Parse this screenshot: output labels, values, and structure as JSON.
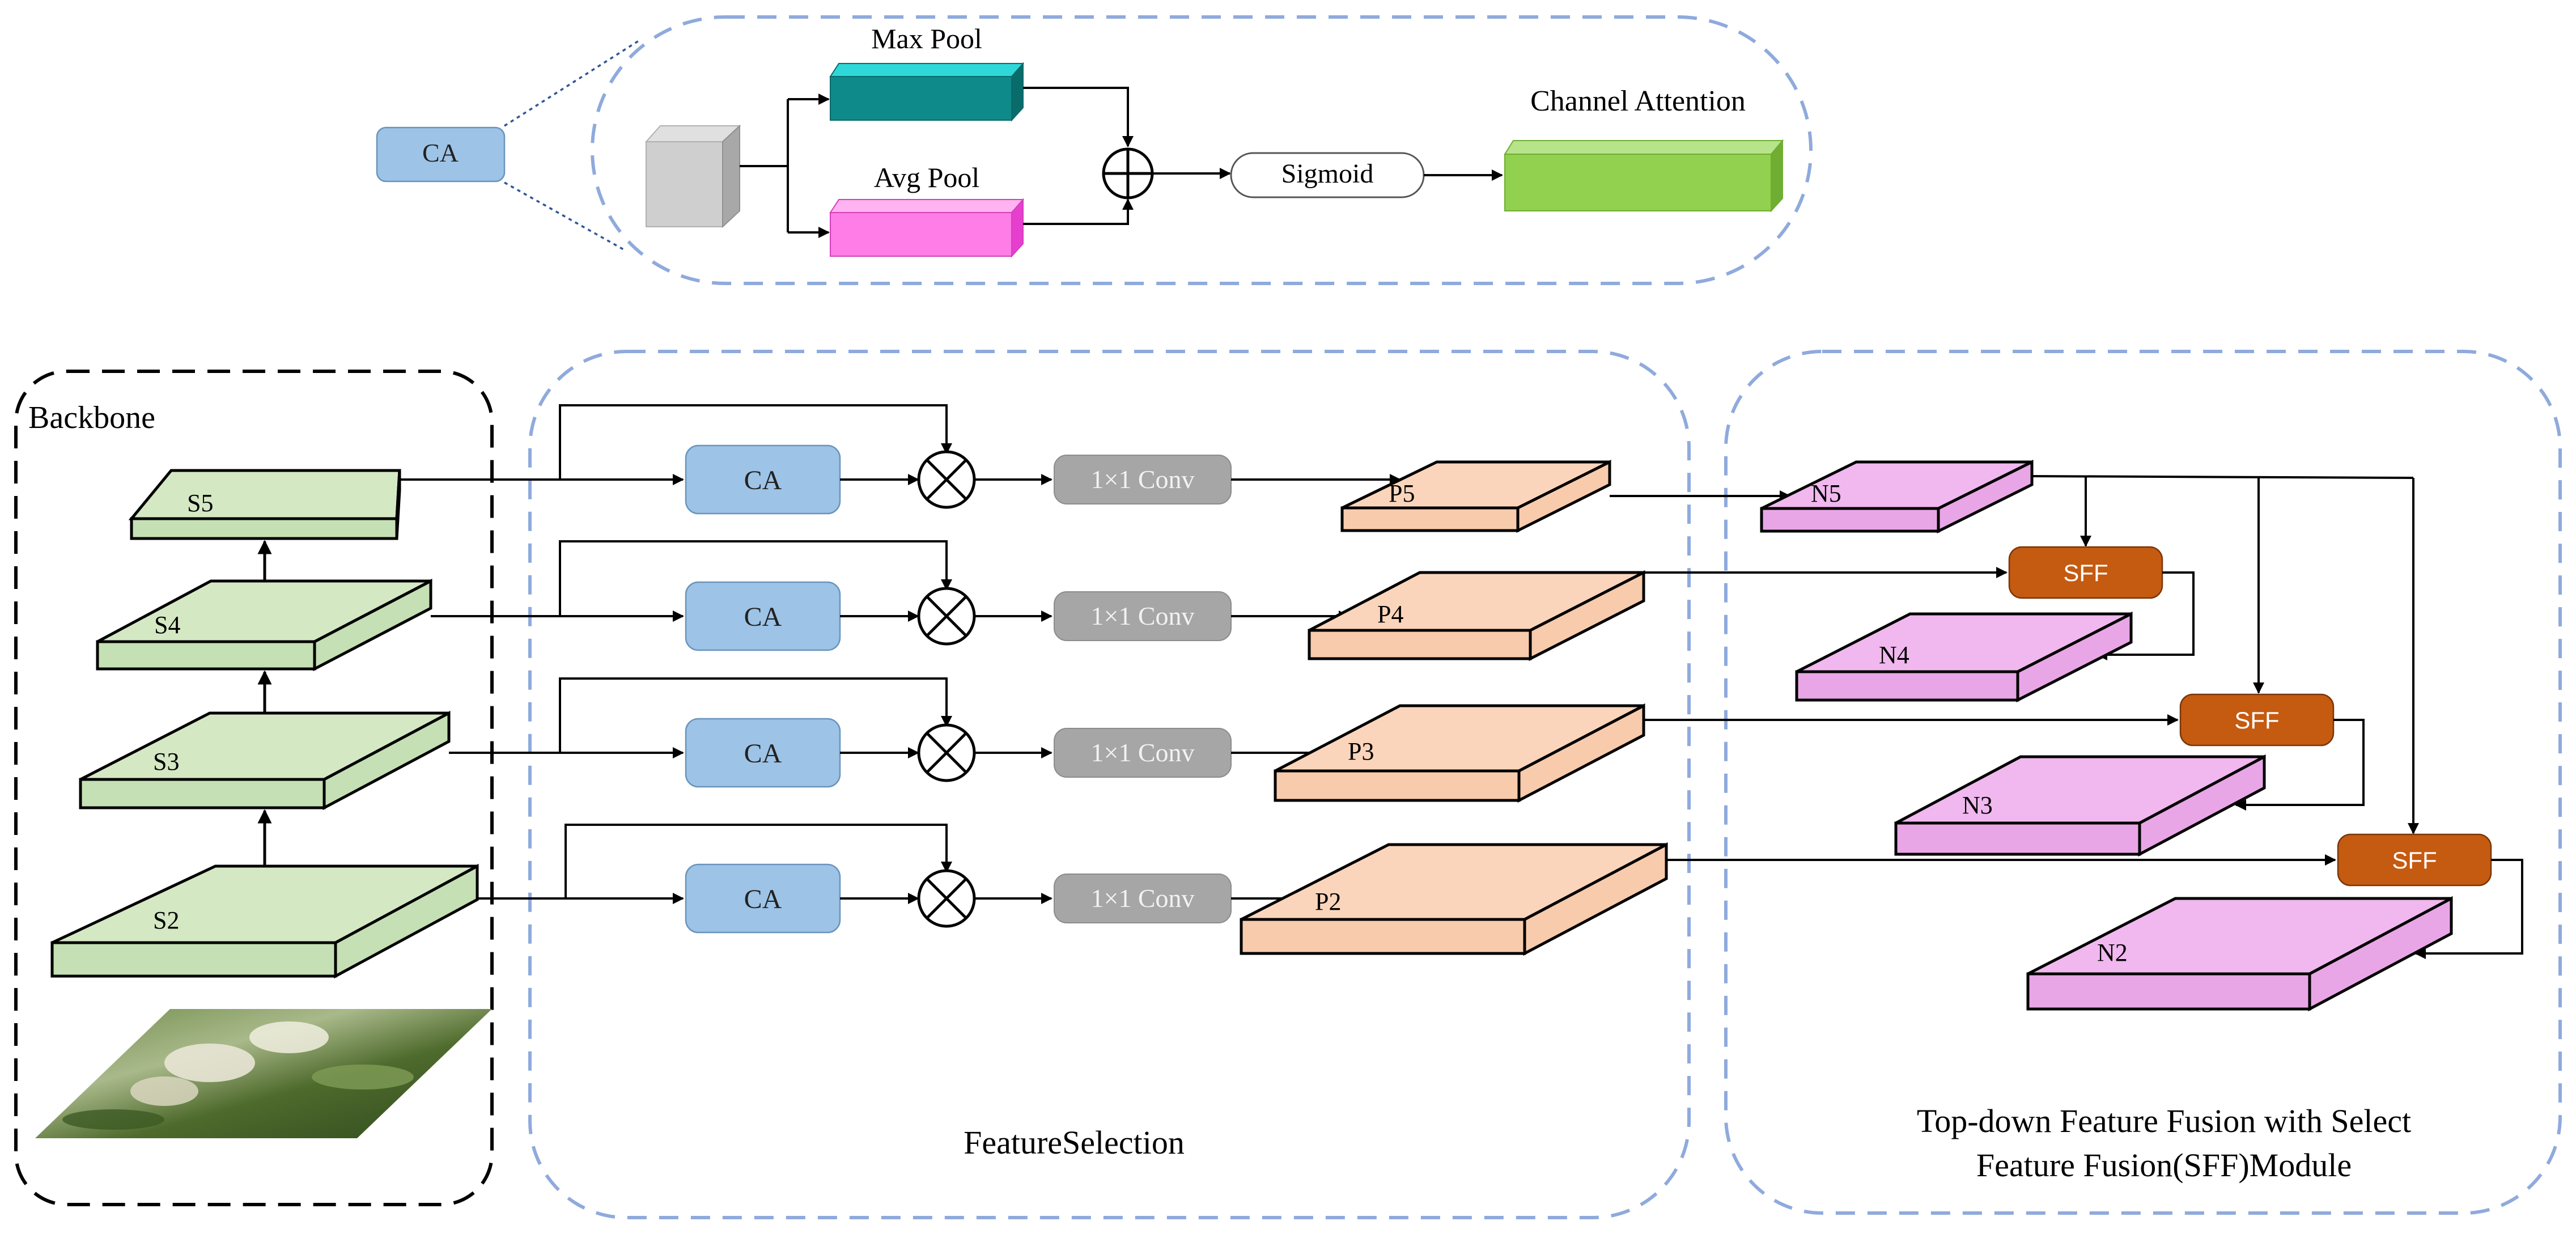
{
  "ca_detail": {
    "ca_label": "CA",
    "max_pool": "Max Pool",
    "avg_pool": "Avg Pool",
    "sigmoid": "Sigmoid",
    "channel_attention": "Channel Attention"
  },
  "backbone": {
    "title": "Backbone",
    "stages": [
      "S5",
      "S4",
      "S3",
      "S2"
    ]
  },
  "feature_selection": {
    "title": "FeatureSelection",
    "rows": [
      {
        "ca": "CA",
        "conv": "1×1 Conv",
        "out": "P5"
      },
      {
        "ca": "CA",
        "conv": "1×1 Conv",
        "out": "P4"
      },
      {
        "ca": "CA",
        "conv": "1×1 Conv",
        "out": "P3"
      },
      {
        "ca": "CA",
        "conv": "1×1 Conv",
        "out": "P2"
      }
    ]
  },
  "fusion": {
    "title_line1": "Top-down Feature Fusion with Select",
    "title_line2": "Feature Fusion(SFF)Module",
    "outputs": [
      "N5",
      "N4",
      "N3",
      "N2"
    ],
    "sff_label": "SFF"
  },
  "colors": {
    "ca_fill": "#9dc3e6",
    "green_top": "#d5e8c4",
    "green_front": "#c5e0b4",
    "peach_top": "#fbd5bb",
    "peach_front": "#f8cbad",
    "pink_top": "#f0b8ee",
    "pink_front": "#e9a6e6",
    "sff_fill": "#c55a11",
    "conv_fill": "#a6a6a6",
    "dash_blue": "#8faadc",
    "teal": "#0e8a8a",
    "magenta": "#ff7de6",
    "bright_green": "#92d050"
  }
}
